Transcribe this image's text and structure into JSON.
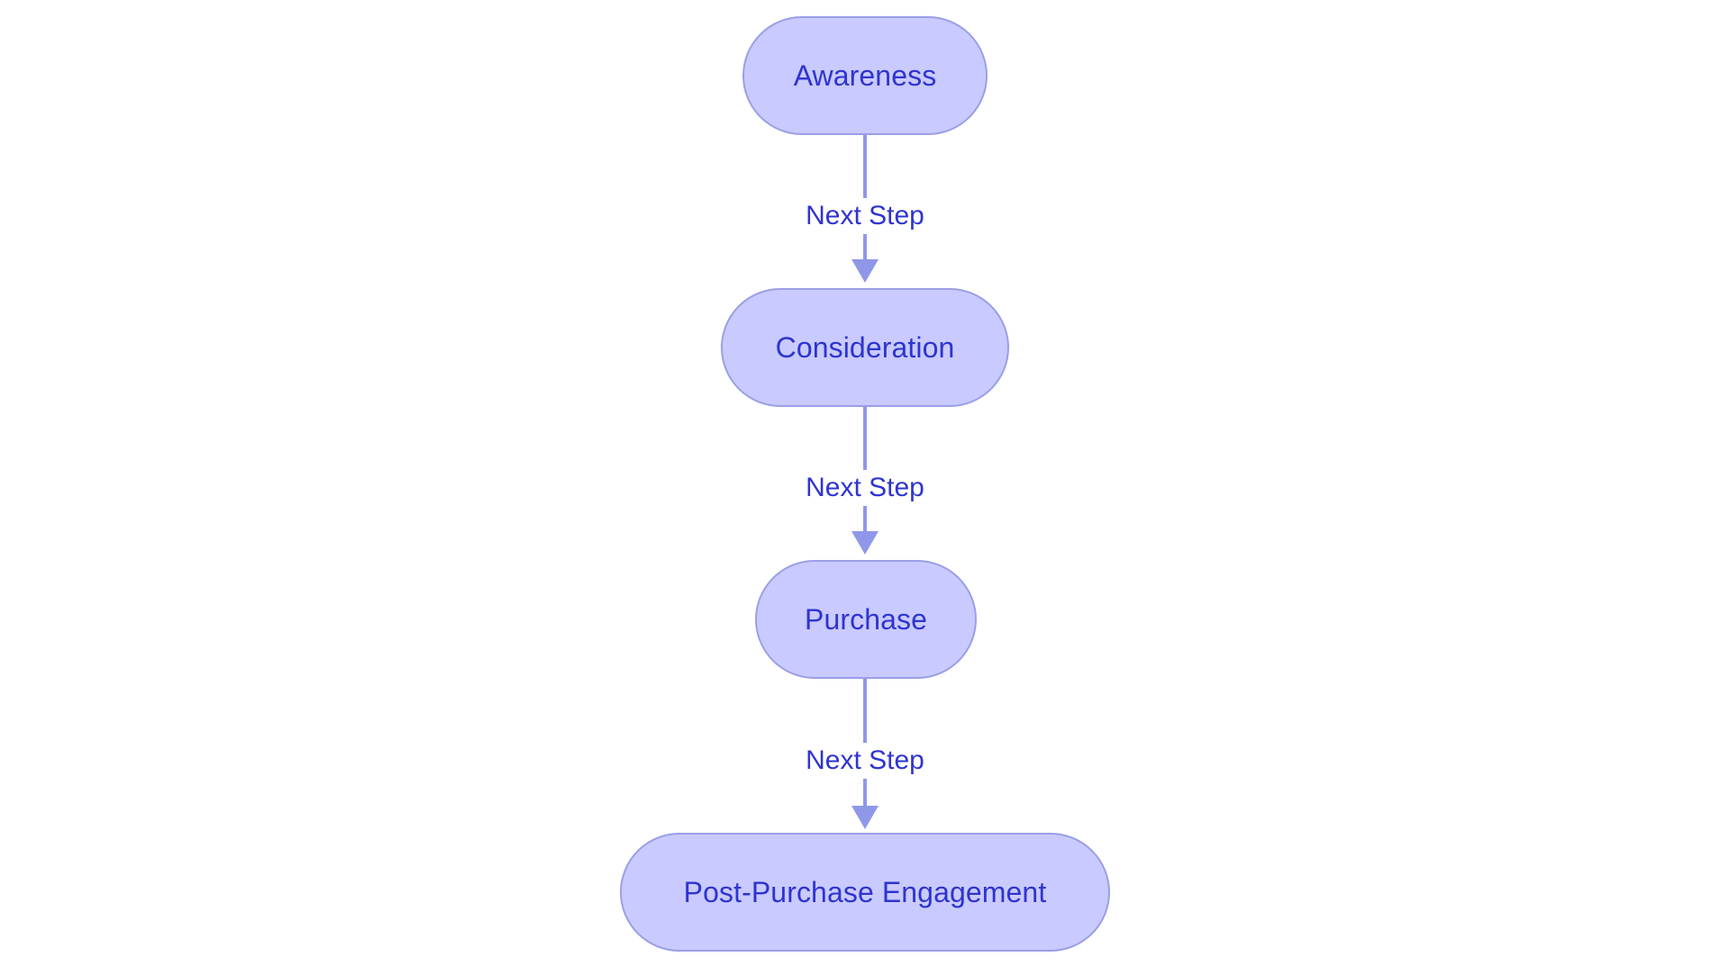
{
  "diagram": {
    "type": "flowchart",
    "direction": "top-to-bottom",
    "title": "",
    "nodes": [
      {
        "id": "awareness",
        "label": "Awareness",
        "shape": "stadium"
      },
      {
        "id": "consideration",
        "label": "Consideration",
        "shape": "stadium"
      },
      {
        "id": "purchase",
        "label": "Purchase",
        "shape": "stadium"
      },
      {
        "id": "post_purchase",
        "label": "Post-Purchase Engagement",
        "shape": "stadium"
      }
    ],
    "edges": [
      {
        "id": "e1",
        "from": "awareness",
        "to": "consideration",
        "label": "Next Step",
        "arrow": "arrowhead-down-icon"
      },
      {
        "id": "e2",
        "from": "consideration",
        "to": "purchase",
        "label": "Next Step",
        "arrow": "arrowhead-down-icon"
      },
      {
        "id": "e3",
        "from": "purchase",
        "to": "post_purchase",
        "label": "Next Step",
        "arrow": "arrowhead-down-icon"
      }
    ],
    "colors": {
      "node_fill": "#c9caff",
      "node_border": "#9a9fe6",
      "node_text": "#2f34cf",
      "edge_line": "#8f97e8",
      "edge_label_text": "#2f34cf",
      "background": "#ffffff"
    }
  }
}
